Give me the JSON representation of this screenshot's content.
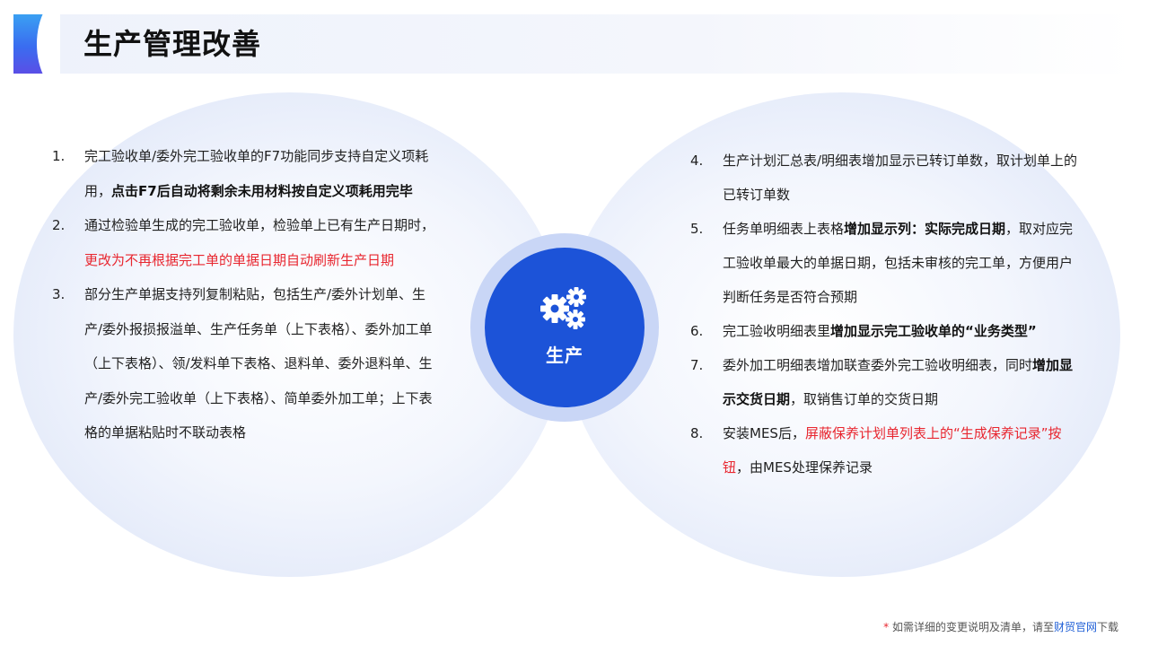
{
  "header": {
    "title": "生产管理改善"
  },
  "center": {
    "label": "生产",
    "icon": "gears-icon"
  },
  "left_items": [
    {
      "num": "1.",
      "parts": [
        {
          "text": "完工验收单/委外完工验收单的F7功能同步支持自定义项耗用，",
          "style": "normal"
        },
        {
          "text": "点击F7后自动将剩余未用材料按自定义项耗用完毕",
          "style": "bold"
        }
      ]
    },
    {
      "num": "2.",
      "parts": [
        {
          "text": "通过检验单生成的完工验收单，检验单上已有生产日期时，",
          "style": "normal"
        },
        {
          "text": "更改为不再根据完工单的单据日期自动刷新生产日期",
          "style": "red"
        }
      ]
    },
    {
      "num": "3.",
      "parts": [
        {
          "text": "部分生产单据支持列复制粘贴，包括生产/委外计划单、生产/委外报损报溢单、生产任务单（上下表格）、委外加工单（上下表格）、领/发料单下表格、退料单、委外退料单、生产/委外完工验收单（上下表格）、简单委外加工单；上下表格的单据粘贴时不联动表格",
          "style": "normal"
        }
      ]
    }
  ],
  "right_items": [
    {
      "num": "4.",
      "parts": [
        {
          "text": "生产计划汇总表/明细表增加显示已转订单数，取计划单上的已转订单数",
          "style": "normal"
        }
      ]
    },
    {
      "num": "5.",
      "parts": [
        {
          "text": "任务单明细表上表格",
          "style": "normal"
        },
        {
          "text": "增加显示列：实际完成日期",
          "style": "bold"
        },
        {
          "text": "，取对应完工验收单最大的单据日期，包括未审核的完工单，方便用户判断任务是否符合预期",
          "style": "normal"
        }
      ]
    },
    {
      "num": "6.",
      "parts": [
        {
          "text": "完工验收明细表里",
          "style": "normal"
        },
        {
          "text": "增加显示完工验收单的“业务类型”",
          "style": "bold"
        }
      ]
    },
    {
      "num": "7.",
      "parts": [
        {
          "text": "委外加工明细表增加联查委外完工验收明细表，同时",
          "style": "normal"
        },
        {
          "text": "增加显示交货日期",
          "style": "bold"
        },
        {
          "text": "，取销售订单的交货日期",
          "style": "normal"
        }
      ]
    },
    {
      "num": "8.",
      "parts": [
        {
          "text": "安装MES后，",
          "style": "normal"
        },
        {
          "text": "屏蔽保养计划单列表上的“生成保养记录”按钮",
          "style": "red"
        },
        {
          "text": "，由MES处理保养记录",
          "style": "normal"
        }
      ]
    }
  ],
  "footer": {
    "star": "*",
    "text": " 如需详细的变更说明及清单，请至",
    "brand": "财贸官网",
    "suffix": "下载"
  },
  "colors": {
    "accent": "#1c53d8",
    "highlight_red": "#e8262f"
  }
}
